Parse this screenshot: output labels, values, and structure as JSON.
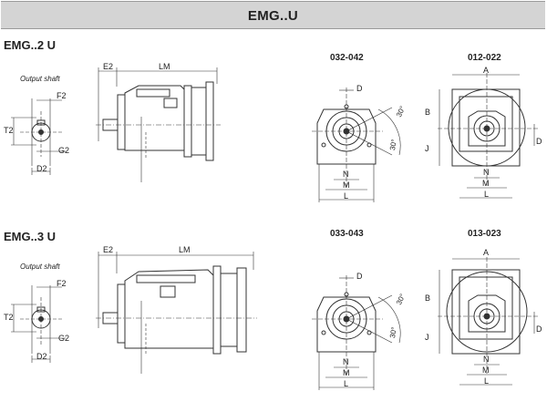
{
  "header": {
    "title": "EMG..U"
  },
  "sections": [
    {
      "title": "EMG..2 U",
      "shaft_note": "Output shaft",
      "shaft_labels": {
        "f": "F2",
        "t": "T2",
        "g": "G2",
        "d": "D2"
      },
      "motor_labels": {
        "e": "E2",
        "lm": "LM"
      },
      "view_left": {
        "title": "032-042",
        "d": "D",
        "n": "N",
        "m": "M",
        "l": "L",
        "angle_a": "30°",
        "angle_b": "30°"
      },
      "view_right": {
        "title": "012-022",
        "a": "A",
        "b": "B",
        "j": "J",
        "d": "D",
        "n": "N",
        "m": "M",
        "l": "L"
      }
    },
    {
      "title": "EMG..3 U",
      "shaft_note": "Output shaft",
      "shaft_labels": {
        "f": "F2",
        "t": "T2",
        "g": "G2",
        "d": "D2"
      },
      "motor_labels": {
        "e": "E2",
        "lm": "LM"
      },
      "view_left": {
        "title": "033-043",
        "d": "D",
        "n": "N",
        "m": "M",
        "l": "L",
        "angle_a": "30°",
        "angle_b": "30°"
      },
      "view_right": {
        "title": "013-023",
        "a": "A",
        "b": "B",
        "j": "J",
        "d": "D",
        "n": "N",
        "m": "M",
        "l": "L"
      }
    }
  ]
}
